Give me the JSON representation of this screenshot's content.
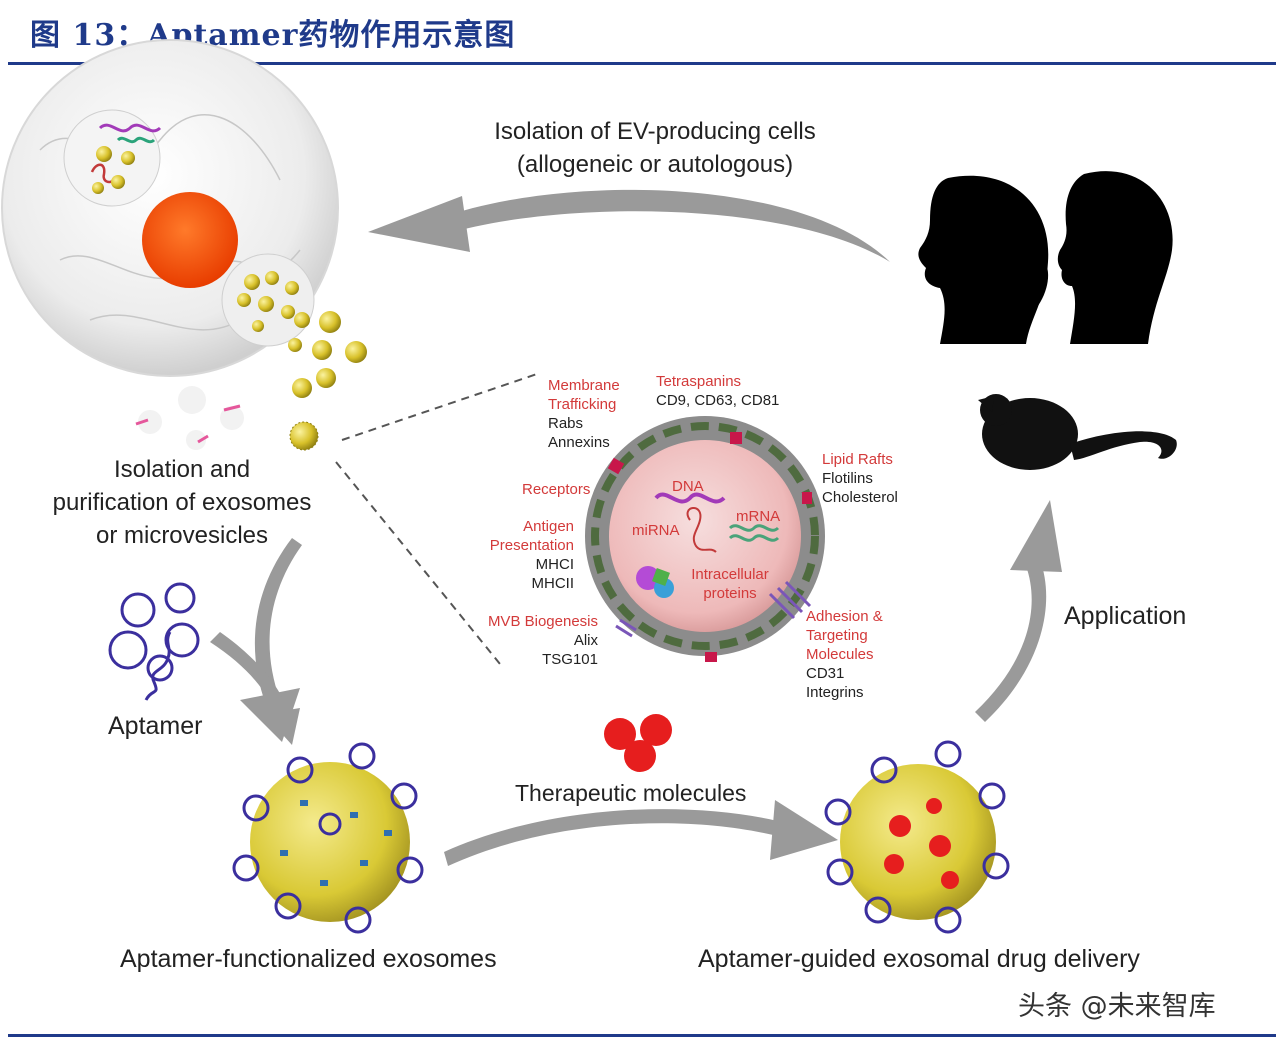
{
  "header": {
    "title": "图 13：Aptamer药物作用示意图"
  },
  "diagram": {
    "isolation_cells": [
      "Isolation of EV-producing cells",
      "(allogeneic or autologous)"
    ],
    "purification": [
      "Isolation and",
      "purification of exosomes",
      "or microvesicles"
    ],
    "aptamer": "Aptamer",
    "aptamer_exosomes": "Aptamer-functionalized exosomes",
    "therapeutic": "Therapeutic molecules",
    "drug_delivery": "Aptamer-guided exosomal drug delivery",
    "application": "Application",
    "exosome": {
      "membrane_trafficking": [
        "Membrane",
        "Trafficking"
      ],
      "membrane_items": [
        "Rabs",
        "Annexins"
      ],
      "tetraspanins": "Tetraspanins",
      "tetraspanin_items": "CD9, CD63, CD81",
      "lipid_rafts": "Lipid Rafts",
      "lipid_items": [
        "Flotilins",
        "Cholesterol"
      ],
      "receptors": "Receptors",
      "antigen": [
        "Antigen",
        "Presentation"
      ],
      "antigen_items": [
        "MHCI",
        "MHCII"
      ],
      "mvb": "MVB Biogenesis",
      "mvb_items": [
        "Alix",
        "TSG101"
      ],
      "adhesion": [
        "Adhesion &",
        "Targeting",
        "Molecules"
      ],
      "adhesion_items": [
        "CD31",
        "Integrins"
      ],
      "dna": "DNA",
      "mirna": "miRNA",
      "mrna": "mRNA",
      "proteins": [
        "Intracellular",
        "proteins"
      ]
    }
  },
  "watermark": "头条 @未来智库",
  "colors": {
    "title": "#1f3a8a",
    "arrow": "#9a9a9a",
    "exosome_red": "#d33a3a"
  }
}
